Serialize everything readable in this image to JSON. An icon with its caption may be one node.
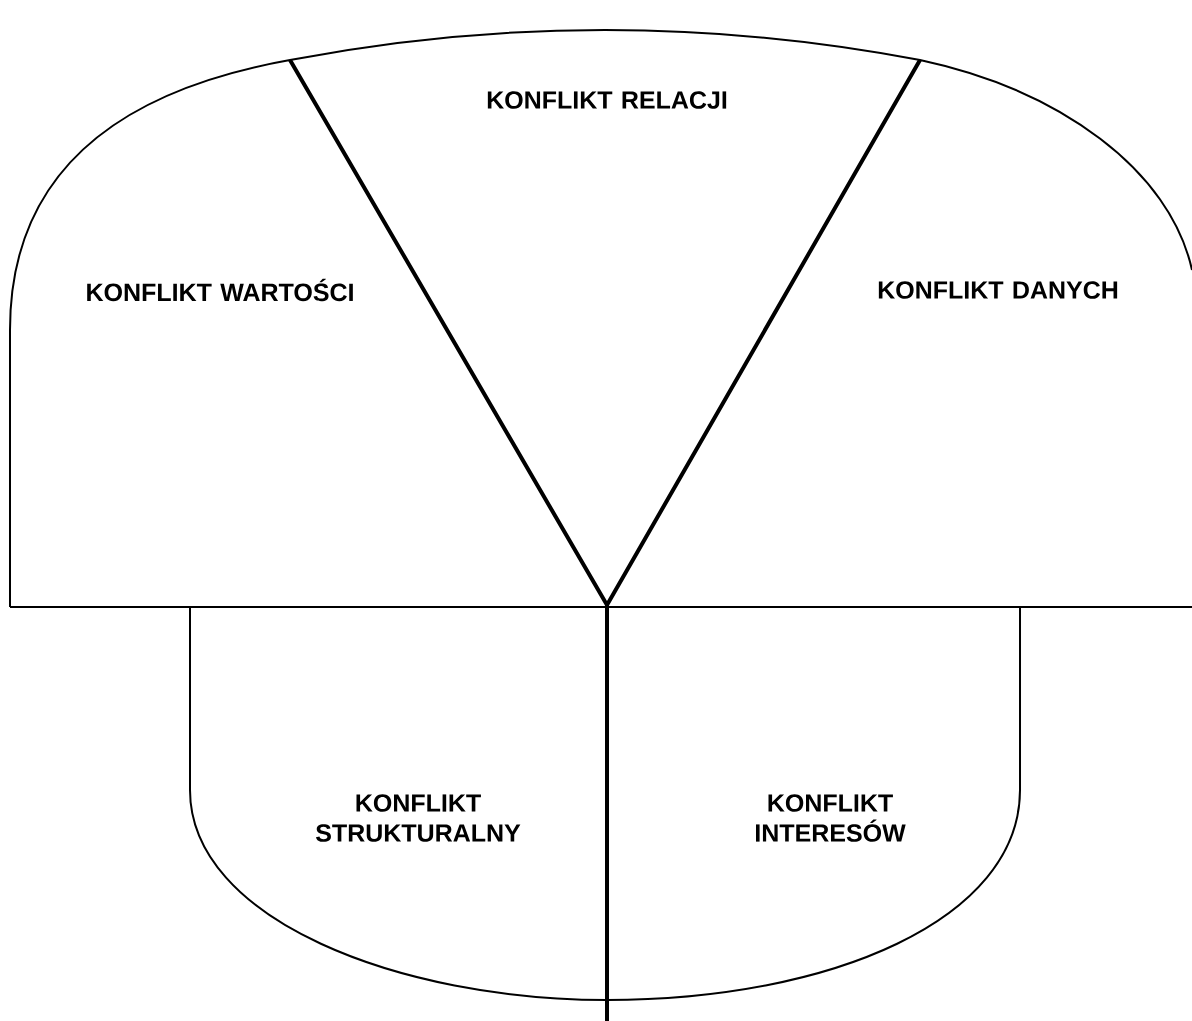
{
  "diagram": {
    "nodes": [
      {
        "text": [
          "KONFLIKT RELACJI"
        ]
      },
      {
        "text": [
          "KONFLIKT WARTOŚCI"
        ]
      },
      {
        "text": [
          "KONFLIKT DANYCH"
        ]
      },
      {
        "text": [
          "KONFLIKT STRUKTURALNY"
        ]
      },
      {
        "text": [
          "KONFLIKT INTERESÓW"
        ]
      }
    ]
  }
}
